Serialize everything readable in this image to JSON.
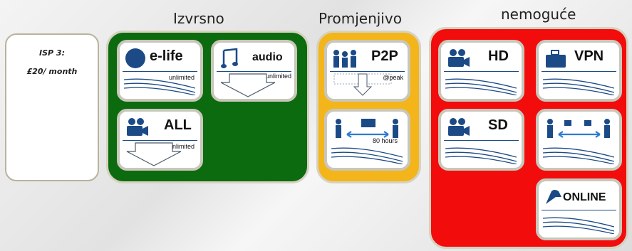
{
  "headings": {
    "excellent": "Izvrsno",
    "variable": "Promjenjivo",
    "impossible": "nemoguće"
  },
  "isp": {
    "line1": "ISP 3:",
    "line2": "£20/ month"
  },
  "colors": {
    "excellent": "#0d6b0f",
    "variable": "#f3b51a",
    "impossible": "#f20c0c",
    "icon": "#1b4a86"
  },
  "tiles": {
    "elife": {
      "label": "e-life",
      "note": "unlimited",
      "icon": "circle-icon"
    },
    "audio": {
      "label": "audio",
      "note": "unlimited",
      "icon": "music-note-icon"
    },
    "all": {
      "label": "ALL",
      "note": "unlimited",
      "icon": "video-camera-icon"
    },
    "p2p": {
      "label": "P2P",
      "note": "@peak",
      "icon": "people-group-icon"
    },
    "chat": {
      "note": "80 hours",
      "icon": "two-people-chat-icon"
    },
    "hd": {
      "label": "HD",
      "icon": "video-camera-icon"
    },
    "vpn": {
      "label": "VPN",
      "icon": "briefcase-icon"
    },
    "sd": {
      "label": "SD",
      "icon": "video-camera-icon"
    },
    "videocall": {
      "icon": "two-people-video-icon"
    },
    "online": {
      "label": "ONLINE",
      "icon": "game-controller-icon"
    }
  }
}
